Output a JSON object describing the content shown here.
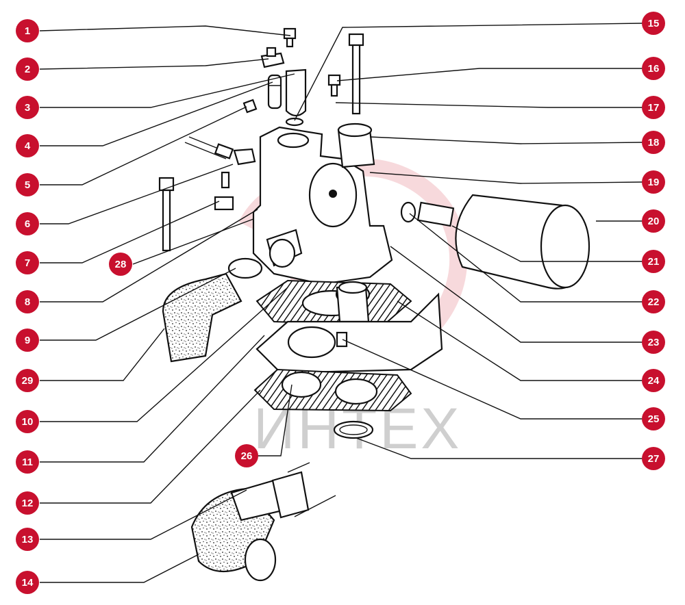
{
  "watermark": {
    "text": "ИНТЕХ",
    "color": "#f1b9bf"
  },
  "callouts": {
    "color": "#c8102e",
    "text_color": "#ffffff",
    "items": [
      "1",
      "2",
      "3",
      "4",
      "5",
      "6",
      "7",
      "8",
      "9",
      "10",
      "11",
      "12",
      "13",
      "14",
      "15",
      "16",
      "17",
      "18",
      "19",
      "20",
      "21",
      "22",
      "23",
      "24",
      "25",
      "26",
      "27",
      "28",
      "29"
    ]
  }
}
